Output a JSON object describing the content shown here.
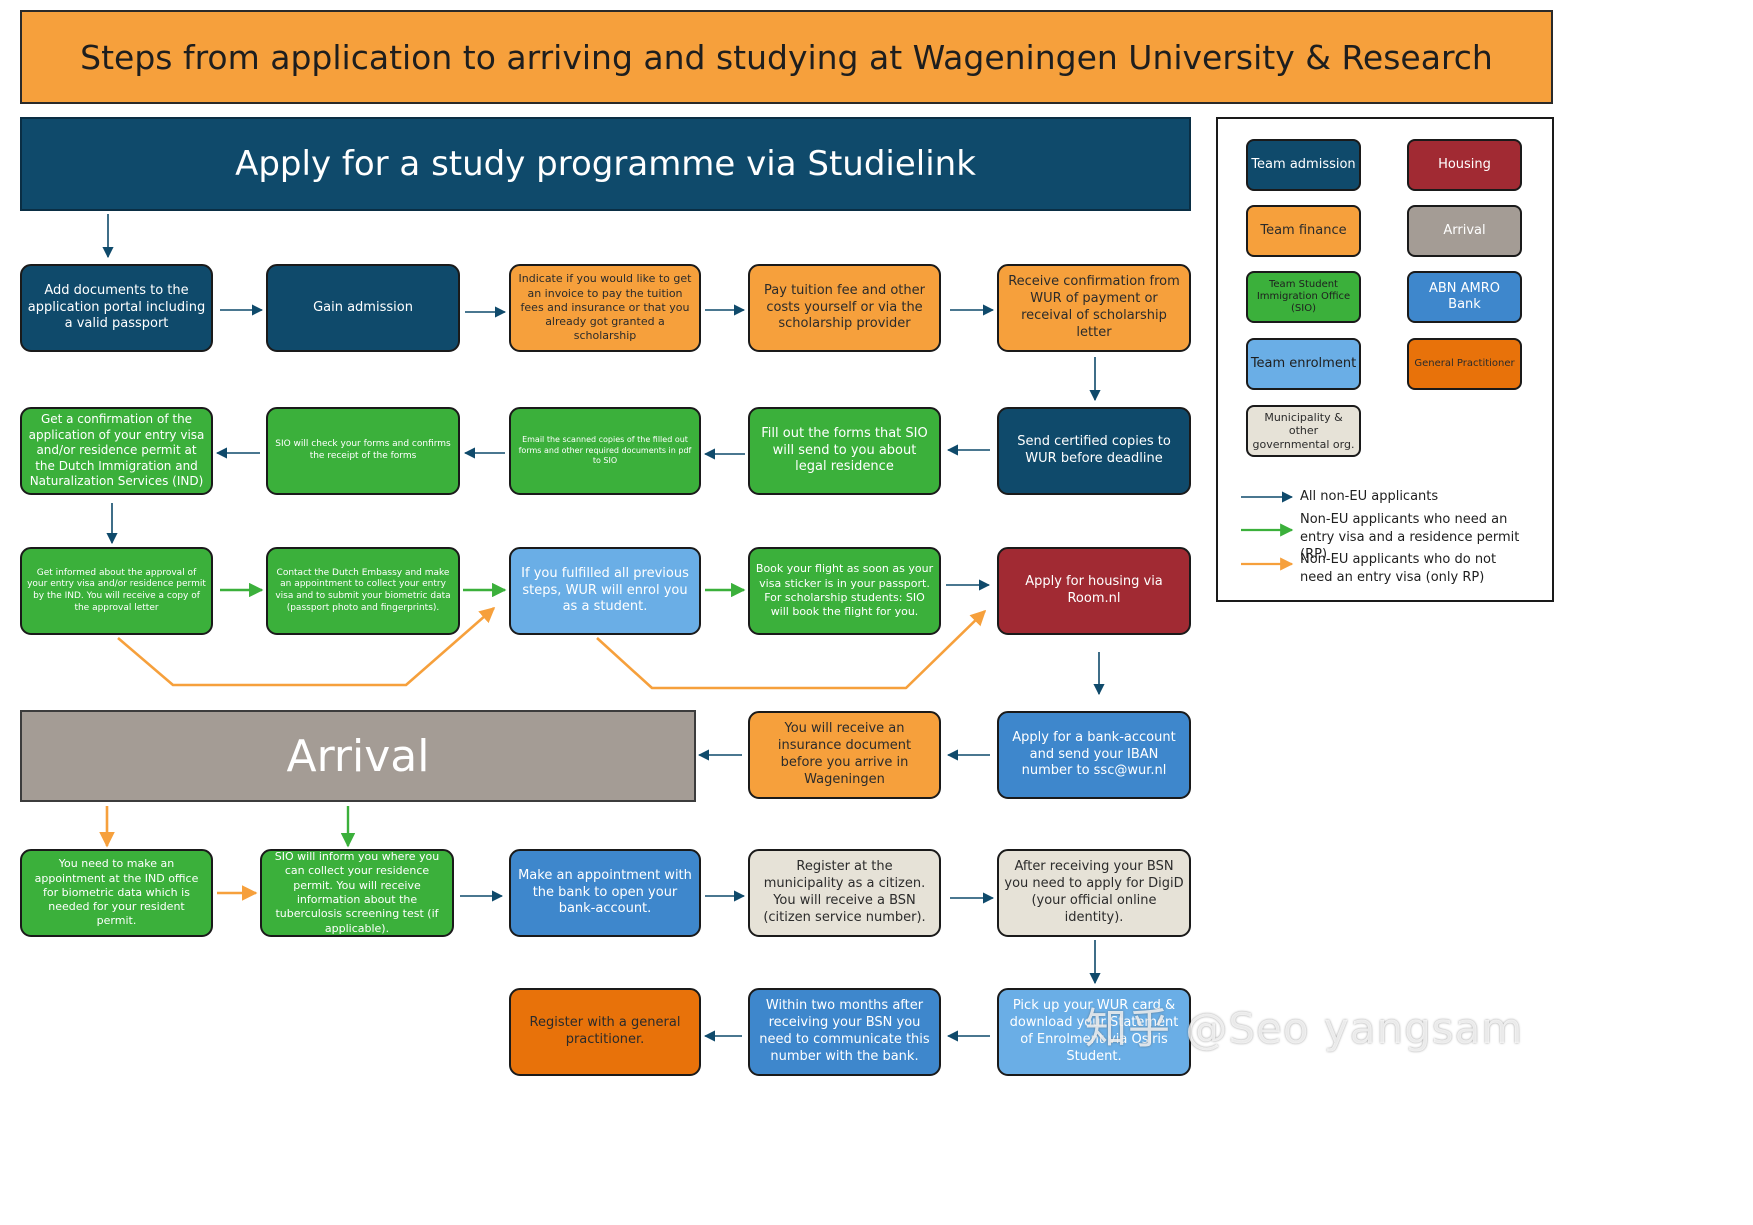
{
  "title": "Steps from application to arriving and studying at Wageningen University & Research",
  "apply_banner": "Apply for a study programme via Studielink",
  "arrival_banner": "Arrival",
  "steps": {
    "add_documents": "Add documents to the application portal including a valid passport",
    "gain_admission": "Gain admission",
    "indicate_invoice": "Indicate if you would like to get an invoice to pay the tuition fees and insurance or that you already got granted a scholarship",
    "pay_tuition": "Pay tuition fee and other costs yourself or via the scholarship provider",
    "receive_confirmation": "Receive confirmation from WUR of payment or receival of scholarship letter",
    "send_certified": "Send certified copies to WUR before deadline",
    "fill_out_forms": "Fill out the forms that SIO will send to you about legal residence",
    "email_scanned": "Email the scanned copies of the filled out forms and other required documents in pdf to SIO",
    "sio_check": "SIO will check your forms and confirms the receipt of the forms",
    "get_confirmation": "Get a confirmation of the application of your entry visa and/or residence permit at the Dutch Immigration and Naturalization Services (IND)",
    "get_informed": "Get informed about the approval of your entry visa and/or residence permit by the IND. You will receive a copy of the approval letter",
    "contact_embassy": "Contact the Dutch Embassy and make an appointment to collect your entry visa and to submit your biometric data (passport photo and fingerprints).",
    "enrol_student": "If you fulfilled all previous steps, WUR will enrol you as a student.",
    "book_flight": "Book your flight as soon as your visa sticker is in your passport. For scholarship students: SIO will book the flight for you.",
    "apply_housing": "Apply for housing via Room.nl",
    "bank_account": "Apply for a bank-account and send your IBAN number to ssc@wur.nl",
    "insurance_doc": "You will receive an insurance document before you arrive in Wageningen",
    "ind_appointment": "You need to make an appointment at the IND office for biometric data which is needed for your resident permit.",
    "sio_inform": "SIO will inform you where you can collect your residence permit. You will receive information about the tuberculosis screening test (if applicable).",
    "bank_appointment": "Make an appointment with the bank to open your bank-account.",
    "register_municipality": "Register at the municipality as a citizen. You will receive a BSN (citizen service number).",
    "digid": "After receiving your BSN you need to apply for DigiD (your official online identity).",
    "pick_up_card": "Pick up your WUR card & download your Statement of Enrolment via Osiris Student.",
    "bsn_bank": "Within two months after receiving your BSN you need to communicate this number with the bank.",
    "register_gp": "Register with a general practitioner."
  },
  "legend": {
    "team_admission": "Team admission",
    "housing": "Housing",
    "team_finance": "Team finance",
    "arrival": "Arrival",
    "team_sio": "Team Student Immigration Office (SIO)",
    "abn_amro": "ABN AMRO Bank",
    "team_enrolment": "Team enrolment",
    "general_practitioner": "General Practitioner",
    "municipality": "Municipality & other governmental org.",
    "key_all_non_eu": "All non-EU applicants",
    "key_entry_visa": "Non-EU applicants who need an entry visa and a residence permit (RP)",
    "key_no_visa": "Non-EU applicants who do not need an entry visa (only RP)"
  },
  "colors": {
    "navy": "#0f4a6b",
    "orange": "#f6a03c",
    "green": "#3bb03b",
    "light_blue": "#6aaee6",
    "red": "#a12a33",
    "beige": "#e6e2d7",
    "dark_orange": "#e8720a",
    "medium_blue": "#3e87cc",
    "grey": "#a49c95",
    "arrow_navy": "#0f4a6b",
    "arrow_green": "#3bb03b",
    "arrow_orange": "#f6a03c"
  },
  "watermark": "知乎 @Seo yangsam"
}
